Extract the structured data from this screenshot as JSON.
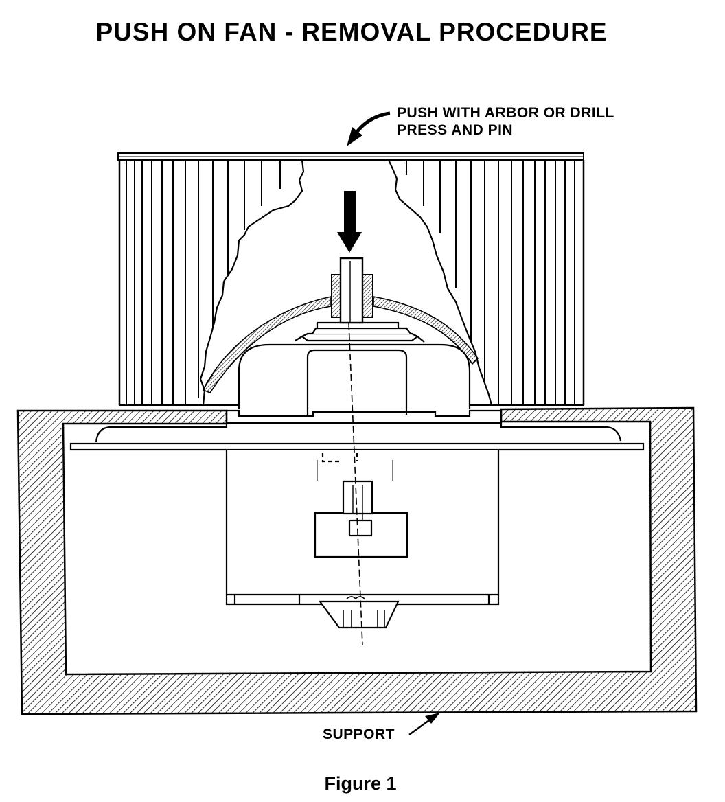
{
  "title": "PUSH ON FAN - REMOVAL PROCEDURE",
  "labels": {
    "push_instruction_line1": "PUSH WITH ARBOR OR DRILL",
    "push_instruction_line2": "PRESS AND PIN",
    "support": "SUPPORT"
  },
  "caption": "Figure 1",
  "colors": {
    "ink": "#000000",
    "paper": "#ffffff"
  }
}
